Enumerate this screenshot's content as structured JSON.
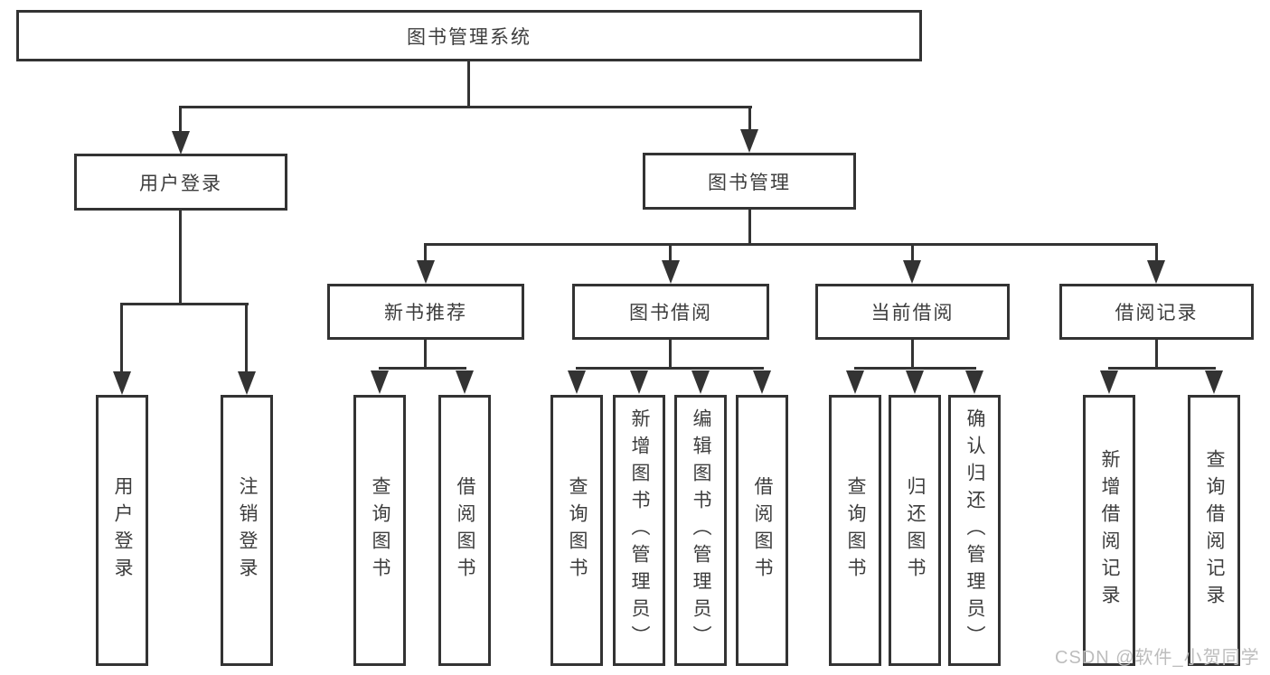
{
  "diagram": {
    "root": {
      "label": "图书管理系统"
    },
    "level1": [
      {
        "label": "用户登录"
      },
      {
        "label": "图书管理"
      }
    ],
    "level2": [
      {
        "label": "新书推荐"
      },
      {
        "label": "图书借阅"
      },
      {
        "label": "当前借阅"
      },
      {
        "label": "借阅记录"
      }
    ],
    "leaves": {
      "user_login": [
        {
          "label": "用户登录"
        },
        {
          "label": "注销登录"
        }
      ],
      "recommend": [
        {
          "label": "查询图书"
        },
        {
          "label": "借阅图书"
        }
      ],
      "borrow": [
        {
          "label": "查询图书"
        },
        {
          "label": "新增图书（管理员）"
        },
        {
          "label": "编辑图书（管理员）"
        },
        {
          "label": "借阅图书"
        }
      ],
      "current": [
        {
          "label": "查询图书"
        },
        {
          "label": "归还图书"
        },
        {
          "label": "确认归还（管理员）"
        }
      ],
      "records": [
        {
          "label": "新增借阅记录"
        },
        {
          "label": "查询借阅记录"
        }
      ]
    }
  },
  "watermark": {
    "text": "CSDN @软件_小贺同学"
  },
  "colors": {
    "line": "#333333",
    "text": "#3d3d3d",
    "box_bg": "#ffffff",
    "watermark": "#bdbdbd"
  }
}
